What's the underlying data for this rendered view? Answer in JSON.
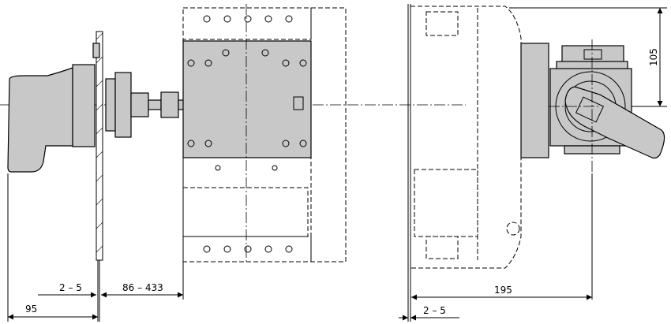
{
  "dimensions": {
    "left_view": {
      "panel_gap": "2 – 5",
      "shaft_length": "86 – 433",
      "handle_depth": "95"
    },
    "right_view": {
      "depth": "195",
      "panel_gap": "2 – 5",
      "height_to_axis": "105"
    }
  }
}
